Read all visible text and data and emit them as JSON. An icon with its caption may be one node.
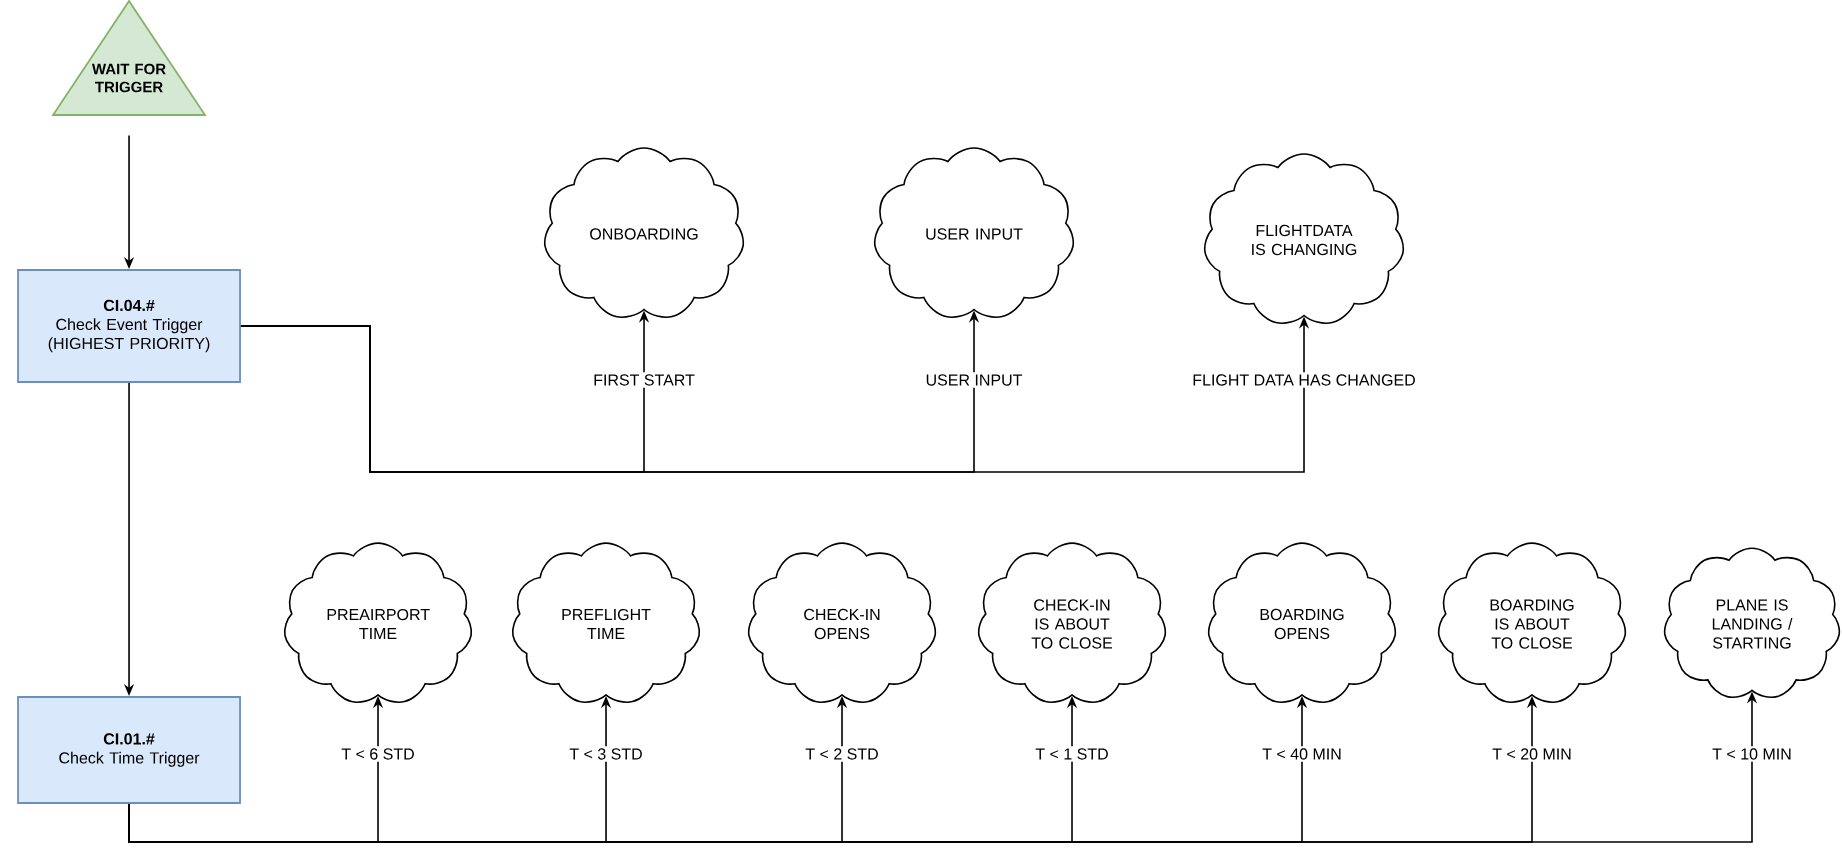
{
  "diagram": {
    "nodes": [
      {
        "text": [
          "WAIT FOR TRIGGER"
        ]
      },
      {
        "text": [
          "CI.04.#",
          "Check Event Trigger (HIGHEST PRIORITY)"
        ]
      },
      {
        "text": [
          "ONBOARDING"
        ]
      },
      {
        "text": [
          "USER INPUT"
        ]
      },
      {
        "text": [
          "FLIGHTDATA IS CHANGING"
        ]
      },
      {
        "text": [
          "CI.01.#",
          "Check Time Trigger"
        ]
      },
      {
        "text": [
          "PREAIRPORT TIME"
        ]
      },
      {
        "text": [
          "PREFLIGHT TIME"
        ]
      },
      {
        "text": [
          "CHECK-IN OPENS"
        ]
      },
      {
        "text": [
          "CHECK-IN IS ABOUT TO CLOSE"
        ]
      },
      {
        "text": [
          "BOARDING OPENS"
        ]
      },
      {
        "text": [
          "BOARDING IS ABOUT TO CLOSE"
        ]
      },
      {
        "text": [
          "PLANE IS LANDING / STARTING"
        ]
      }
    ],
    "edges": [
      {
        "from": 0,
        "to": 1,
        "arrow": "to"
      },
      {
        "from": 1,
        "to": 2,
        "arrow": "to",
        "label": "FIRST START"
      },
      {
        "from": 1,
        "to": 3,
        "arrow": "to",
        "label": "USER INPUT"
      },
      {
        "from": 1,
        "to": 4,
        "arrow": "to",
        "label": "FLIGHT DATA HAS CHANGED"
      },
      {
        "from": 1,
        "to": 5,
        "arrow": "to"
      },
      {
        "from": 5,
        "to": 6,
        "arrow": "to",
        "label": "T < 6 STD"
      },
      {
        "from": 5,
        "to": 7,
        "arrow": "to",
        "label": "T < 3 STD"
      },
      {
        "from": 5,
        "to": 8,
        "arrow": "to",
        "label": "T < 2 STD"
      },
      {
        "from": 5,
        "to": 9,
        "arrow": "to",
        "label": "T < 1 STD"
      },
      {
        "from": 5,
        "to": 10,
        "arrow": "to",
        "label": "T < 40 MIN"
      },
      {
        "from": 5,
        "to": 11,
        "arrow": "to",
        "label": "T < 20 MIN"
      },
      {
        "from": 5,
        "to": 12,
        "arrow": "to",
        "label": "T < 10 MIN"
      }
    ]
  }
}
